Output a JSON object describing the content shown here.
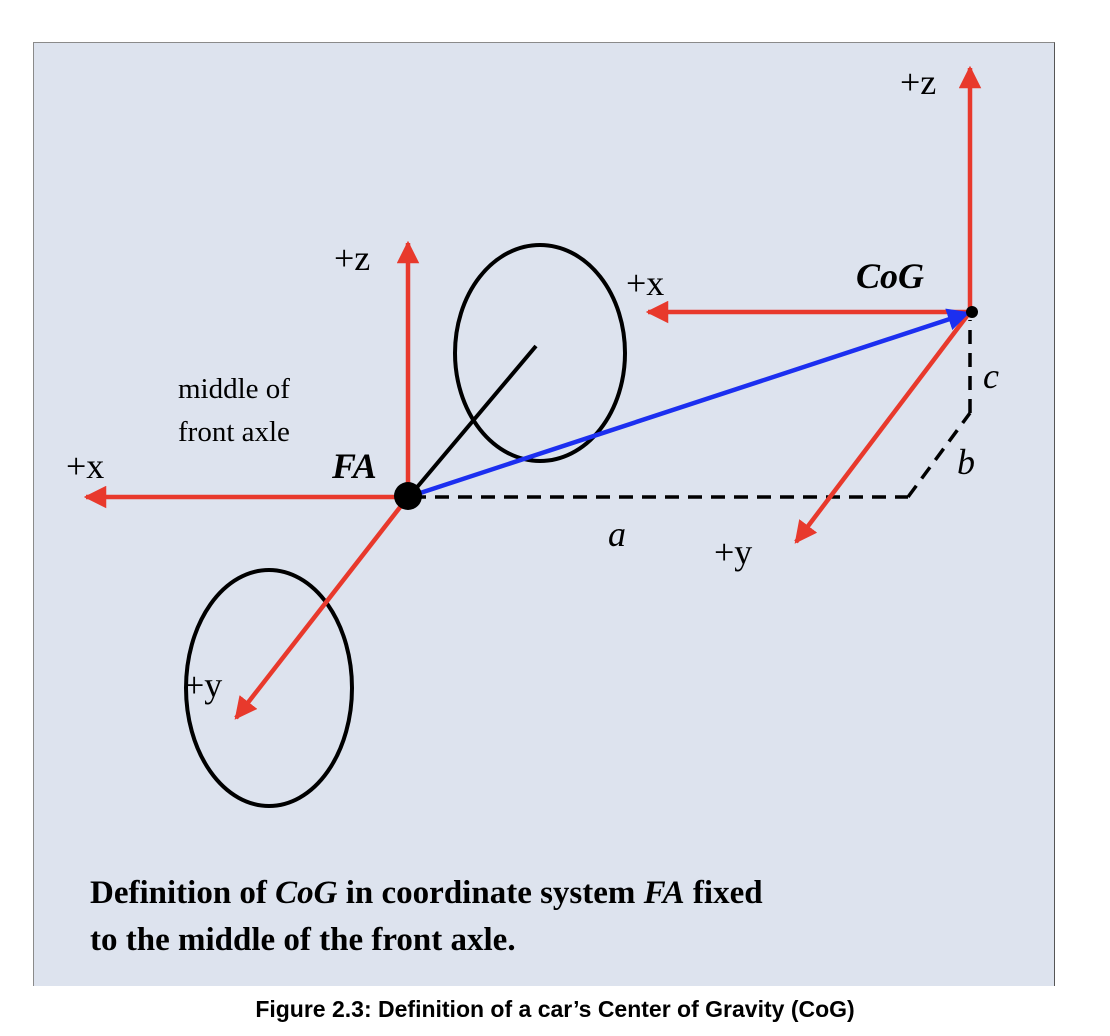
{
  "diagram": {
    "labels": {
      "fa_z": "+z",
      "fa_x": "+x",
      "fa_y": "+y",
      "fa_name": "FA",
      "fa_note_line1": "middle of",
      "fa_note_line2": "front axle",
      "cog_z": "+z",
      "cog_x": "+x",
      "cog_y": "+y",
      "cog_name": "CoG",
      "dim_a": "a",
      "dim_b": "b",
      "dim_c": "c"
    },
    "colors": {
      "axis": "#e8392c",
      "offset_vector": "#1c2ff0",
      "outline": "#000000",
      "panel_background": "#dde3ee"
    }
  },
  "definition_caption": {
    "part1": "Definition of ",
    "cog": "CoG",
    "part2": " in coordinate system ",
    "fa": "FA",
    "part3": " fixed",
    "line2": "to the middle of the front axle."
  },
  "figure_caption": "Figure 2.3: Definition of a car’s Center of Gravity (CoG)"
}
